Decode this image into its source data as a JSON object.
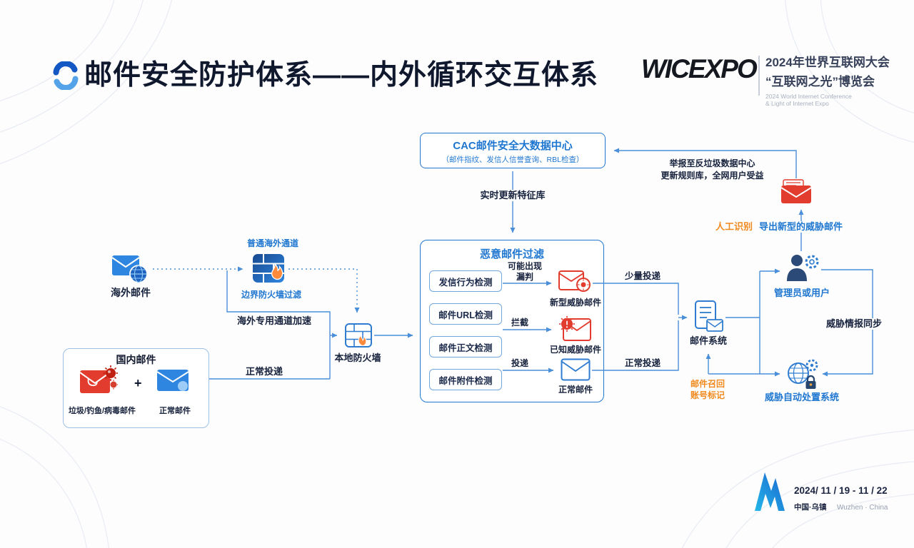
{
  "colors": {
    "accent": "#2077d0",
    "danger": "#e23c2e",
    "warning": "#f08a1e",
    "ink": "#16213c"
  },
  "header": {
    "title": "邮件安全防护体系——内外循环交互体系",
    "brand": {
      "logo_text": "WICEXPO",
      "event_cn_line1": "2024年世界互联网大会",
      "event_cn_line2": "“互联网之光”博览会",
      "event_en_line1": "2024 World Internet Conference",
      "event_en_line2": "& Light of Internet Expo"
    }
  },
  "flow": {
    "cac": {
      "title": "CAC邮件安全大数据中心",
      "subtitle": "（邮件指纹、发信人信誉查询、RBL检查）"
    },
    "filter": {
      "title": "恶意邮件过滤",
      "detectors": [
        "发信行为检测",
        "邮件URL检测",
        "邮件正文检测",
        "邮件附件检测"
      ]
    },
    "domestic": {
      "title": "国内邮件",
      "spam_label": "垃圾/钓鱼/病毒邮件",
      "plus": "+",
      "normal_label": "正常邮件"
    },
    "nodes": {
      "overseas_mail": "海外邮件",
      "local_firewall": "本地防火墙",
      "mail_system": "邮件系统",
      "admin_user": "管理员或用户",
      "auto_disposal": "威胁自动处置系统",
      "new_threat_mail": "新型威胁邮件",
      "known_threat_mail": "已知威胁邮件",
      "normal_mail": "正常邮件"
    },
    "labels": {
      "realtime_update": "实时更新特征库",
      "report_line1": "举报至反垃圾数据中心",
      "report_line2": "更新规则库，全网用户受益",
      "manual_identify": "人工识别",
      "export_new_threat": "导出新型的威胁邮件",
      "threat_intel_sync": "威胁情报同步",
      "mail_recall": "邮件召回",
      "account_tag": "账号标记",
      "small_delivery": "少量投递",
      "normal_delivery_right": "正常投递",
      "possible_miss": "可能出现漏判",
      "intercept": "拦截",
      "deliver": "投递",
      "normal_channel": "普通海外通道",
      "border_firewall_filter": "边界防火墙过滤",
      "dedicated_channel": "海外专用通道加速",
      "normal_delivery_left": "正常投递"
    }
  },
  "footer": {
    "date": "2024/ 11 / 19 - 11 / 22",
    "place_cn": "中国·乌镇",
    "place_en": "Wuzhen · China"
  }
}
